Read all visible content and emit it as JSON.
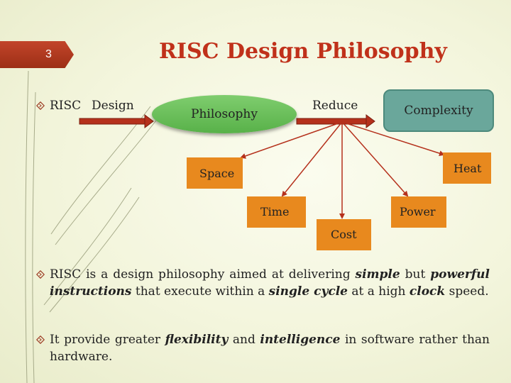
{
  "slide_number": "3",
  "title": "RISC Design Philosophy",
  "diagram": {
    "word_risc": "RISC",
    "word_design": "Design",
    "philosophy": "Philosophy",
    "reduce": "Reduce",
    "complexity": "Complexity",
    "space": "Space",
    "heat": "Heat",
    "time": "Time",
    "power": "Power",
    "cost": "Cost"
  },
  "paragraph1": {
    "t1": "RISC is a design philosophy aimed at delivering ",
    "b1": "simple",
    "t2": " but ",
    "b2": "powerful instructions",
    "t3": " that execute within a ",
    "b3": "single cycle",
    "t4": " at a high ",
    "b4": "clock",
    "t5": " speed."
  },
  "paragraph2": {
    "t1": "It provide greater ",
    "b1": "flexibility",
    "t2": " and ",
    "b2": "intelligence",
    "t3": " in software rather than hardware."
  },
  "colors": {
    "title": "#c0311a",
    "tab": "#a8341b",
    "oval": "#6ac05a",
    "complexity_box": "#6aa79b",
    "orange_box": "#e8891e",
    "arrow": "#b5311c"
  }
}
